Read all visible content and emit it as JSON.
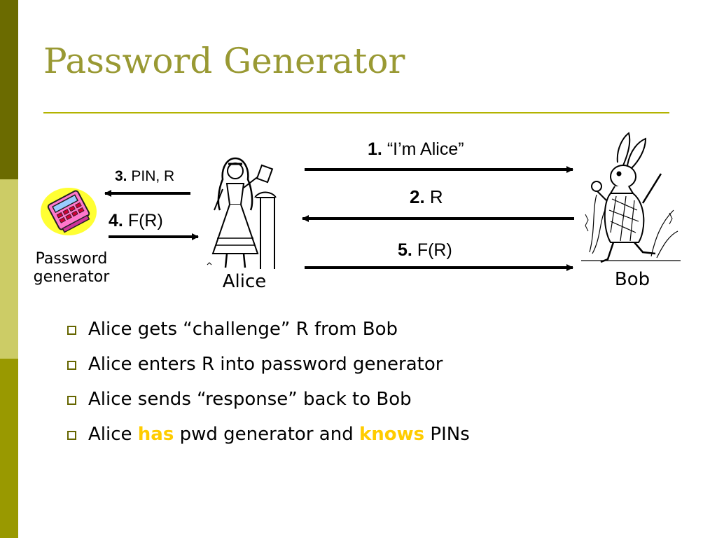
{
  "slide": {
    "title": "Password Generator",
    "colors": {
      "title": "#999933",
      "rule": "#b3b300",
      "highlight": "#ffcc00",
      "bullet": "#666600"
    }
  },
  "diagram": {
    "msg1": {
      "num": "1.",
      "text": "“I’m Alice”"
    },
    "msg2": {
      "num": "2.",
      "text": "R"
    },
    "msg3": {
      "num": "3.",
      "text": "PIN, R"
    },
    "msg4": {
      "num": "4.",
      "text": "F(R)"
    },
    "msg5": {
      "num": "5.",
      "text": "F(R)"
    },
    "alice_label": "Alice",
    "bob_label": "Bob",
    "generator_label_line1": "Password",
    "generator_label_line2": "generator"
  },
  "bullets": [
    {
      "text": "Alice gets “challenge” R from Bob"
    },
    {
      "text": "Alice enters R into password generator"
    },
    {
      "text": "Alice sends “response” back to Bob"
    },
    {
      "pre": "Alice ",
      "hl1": "has",
      "mid": " pwd generator and ",
      "hl2": "knows",
      "post": " PINs"
    }
  ]
}
